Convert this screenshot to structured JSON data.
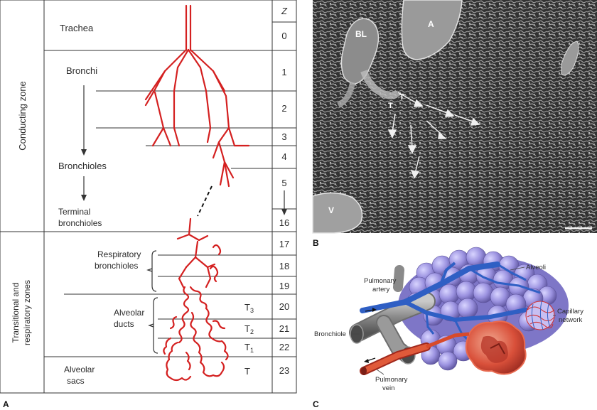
{
  "panel_a": {
    "tag": "A",
    "z_header": "Z",
    "zone_conducting": "Conducting zone",
    "zone_transitional_1": "Transitional and",
    "zone_transitional_2": "respiratory zones",
    "trachea": "Trachea",
    "bronchi": "Bronchi",
    "bronchioles": "Bronchioles",
    "terminal_1": "Terminal",
    "terminal_2": "bronchioles",
    "respiratory_1": "Respiratory",
    "respiratory_2": "bronchioles",
    "alveolar_ducts_1": "Alveolar",
    "alveolar_ducts_2": "ducts",
    "alveolar_sacs_1": "Alveolar",
    "alveolar_sacs_2": "sacs",
    "z_values": [
      "0",
      "1",
      "2",
      "3",
      "4",
      "5",
      "16",
      "17",
      "18",
      "19",
      "20",
      "21",
      "22",
      "23"
    ],
    "t_labels": {
      "t3": "T",
      "t3_sub": "3",
      "t2": "T",
      "t2_sub": "2",
      "t1": "T",
      "t1_sub": "1",
      "t": "T"
    }
  },
  "panel_b": {
    "tag": "B",
    "labels": {
      "bl": "BL",
      "a": "A",
      "t1": "T",
      "t2": "T",
      "v": "V"
    }
  },
  "panel_c": {
    "tag": "C",
    "alveoli": "Alveoli",
    "pulmonary_artery_1": "Pulmonary",
    "pulmonary_artery_2": "artery",
    "capillary_1": "Capillary",
    "capillary_2": "network",
    "bronchiole": "Bronchiole",
    "pulmonary_vein_1": "Pulmonary",
    "pulmonary_vein_2": "vein"
  },
  "colors": {
    "airway": "#d42020",
    "artery": "#2f5fc4",
    "vein": "#d84a2a",
    "alveoli": "#8f86d6"
  }
}
